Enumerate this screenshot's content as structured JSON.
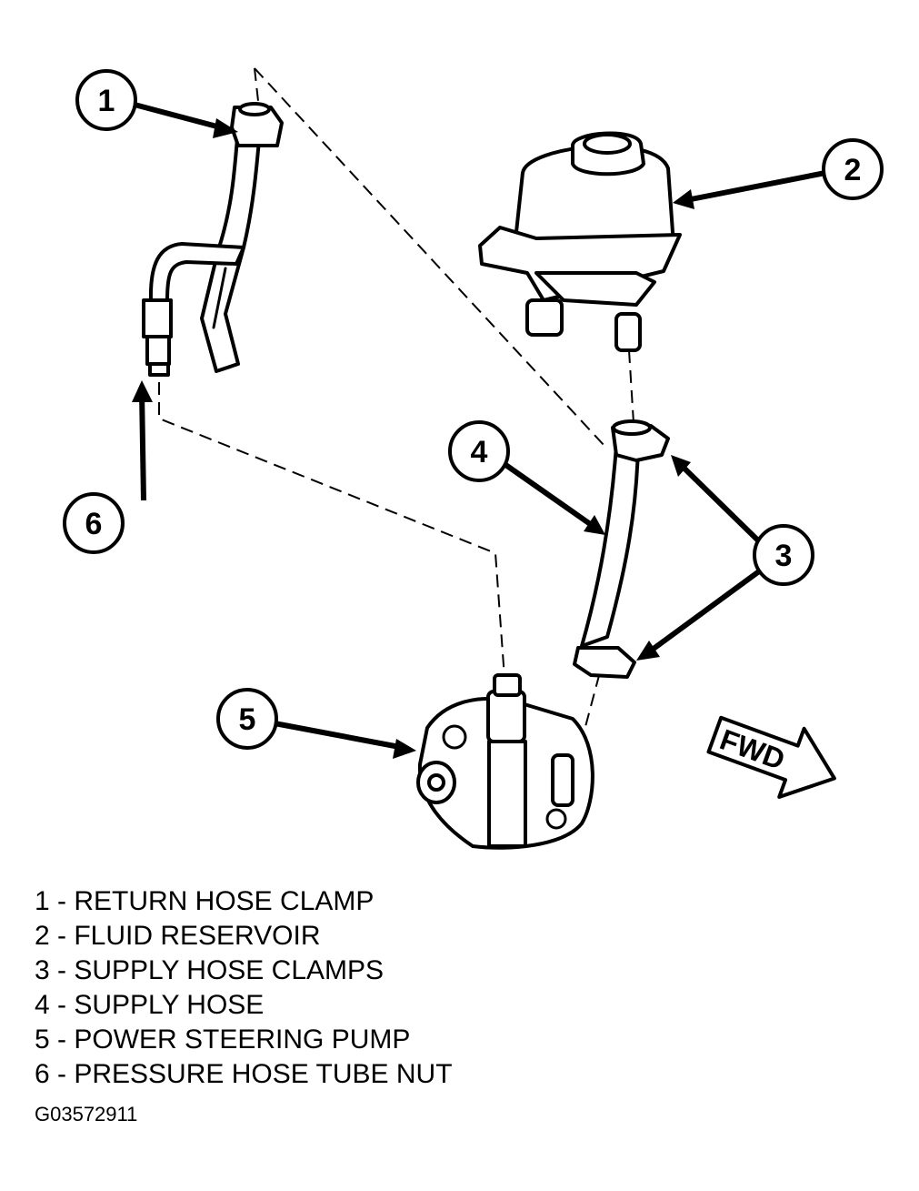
{
  "callouts": [
    {
      "number": "1"
    },
    {
      "number": "2"
    },
    {
      "number": "3"
    },
    {
      "number": "4"
    },
    {
      "number": "5"
    },
    {
      "number": "6"
    }
  ],
  "direction_marker": "FWD",
  "legend": [
    {
      "text": "1 - RETURN HOSE CLAMP"
    },
    {
      "text": "2 - FLUID RESERVOIR"
    },
    {
      "text": "3 - SUPPLY HOSE CLAMPS"
    },
    {
      "text": "4 - SUPPLY HOSE"
    },
    {
      "text": "5 - POWER STEERING PUMP"
    },
    {
      "text": "6 - PRESSURE HOSE TUBE NUT"
    }
  ],
  "figure_id": "G03572911"
}
